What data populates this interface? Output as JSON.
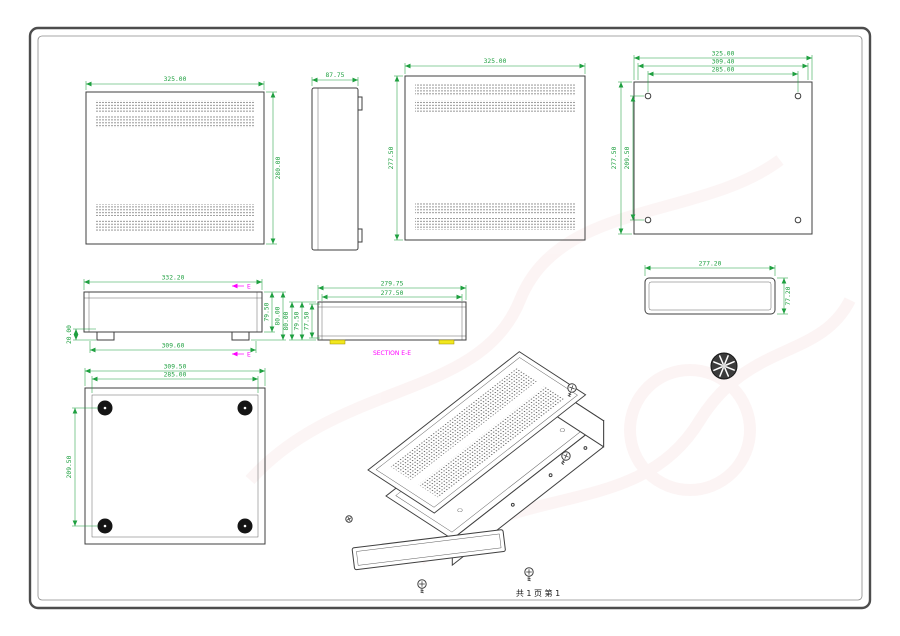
{
  "sheet": {
    "footer": "共 1 页  第 1"
  },
  "views": {
    "front_panel": {
      "width": "325.00",
      "height": "280.00"
    },
    "side_panel": {
      "width": "87.75"
    },
    "vent_panel": {
      "width": "325.00",
      "height": "277.50"
    },
    "rear_panel": {
      "width_outer": "325.00",
      "width_mid": "309.40",
      "width_inner": "285.00",
      "height_outer": "277.50",
      "height_inner": "209.50"
    },
    "chassis_front": {
      "width": "332.20",
      "height_outer": "80.00",
      "height_inner": "79.50",
      "foot_height": "20.00",
      "width_bottom": "309.60",
      "marker": "E"
    },
    "section": {
      "width_outer": "279.75",
      "width_inner": "277.50",
      "height_outer": "80.00",
      "height_mid": "79.50",
      "height_inner": "77.50",
      "label": "SECTION E-E"
    },
    "top_cover": {
      "width": "277.20",
      "height": "77.20"
    },
    "bottom_panel": {
      "width_outer": "309.50",
      "width_inner": "285.00",
      "height": "209.50"
    }
  },
  "colors": {
    "outline": "#3f3f3f",
    "dim": "#1fa040",
    "magenta": "#ff00ff",
    "yellow": "#f2e71e"
  }
}
